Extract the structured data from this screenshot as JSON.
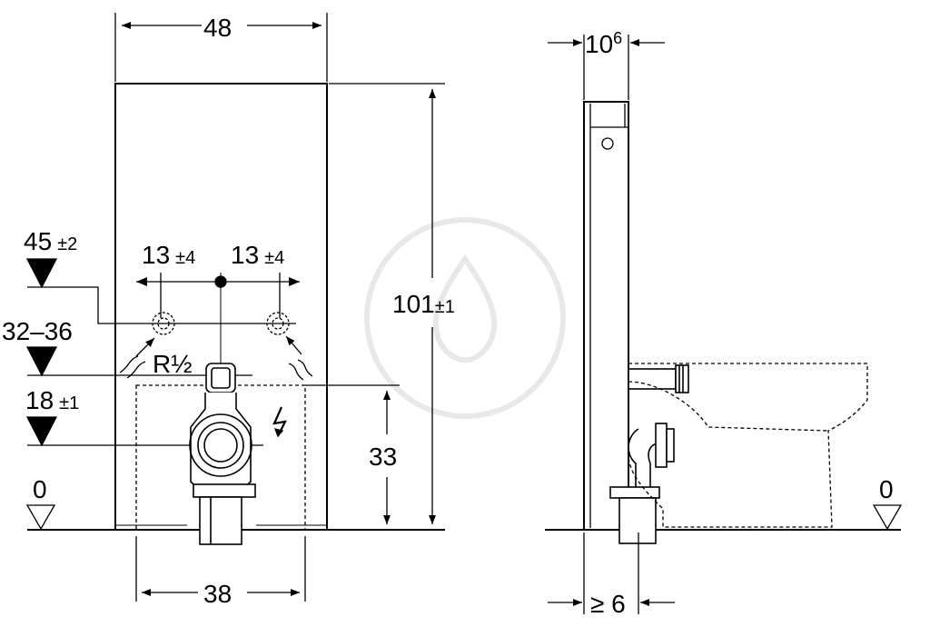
{
  "front_view": {
    "width_label": "48",
    "height_main": "101",
    "height_tol": "±1",
    "bottom_width_label": "38",
    "frame_height_label": "33",
    "left_offset_main": "13",
    "left_offset_tol": "±4",
    "right_offset_main": "13",
    "right_offset_tol": "±4",
    "level_45_main": "45",
    "level_45_tol": "±2",
    "level_32_label": "32–36",
    "level_18_main": "18",
    "level_18_tol": "±1",
    "floor_label": "0",
    "thread_label": "R½"
  },
  "side_view": {
    "depth_main": "10",
    "depth_sup": "6",
    "min_clearance_label": "≥ 6",
    "floor_label": "0"
  },
  "colors": {
    "line": "#000000",
    "watermark": "#e6e6e6"
  }
}
